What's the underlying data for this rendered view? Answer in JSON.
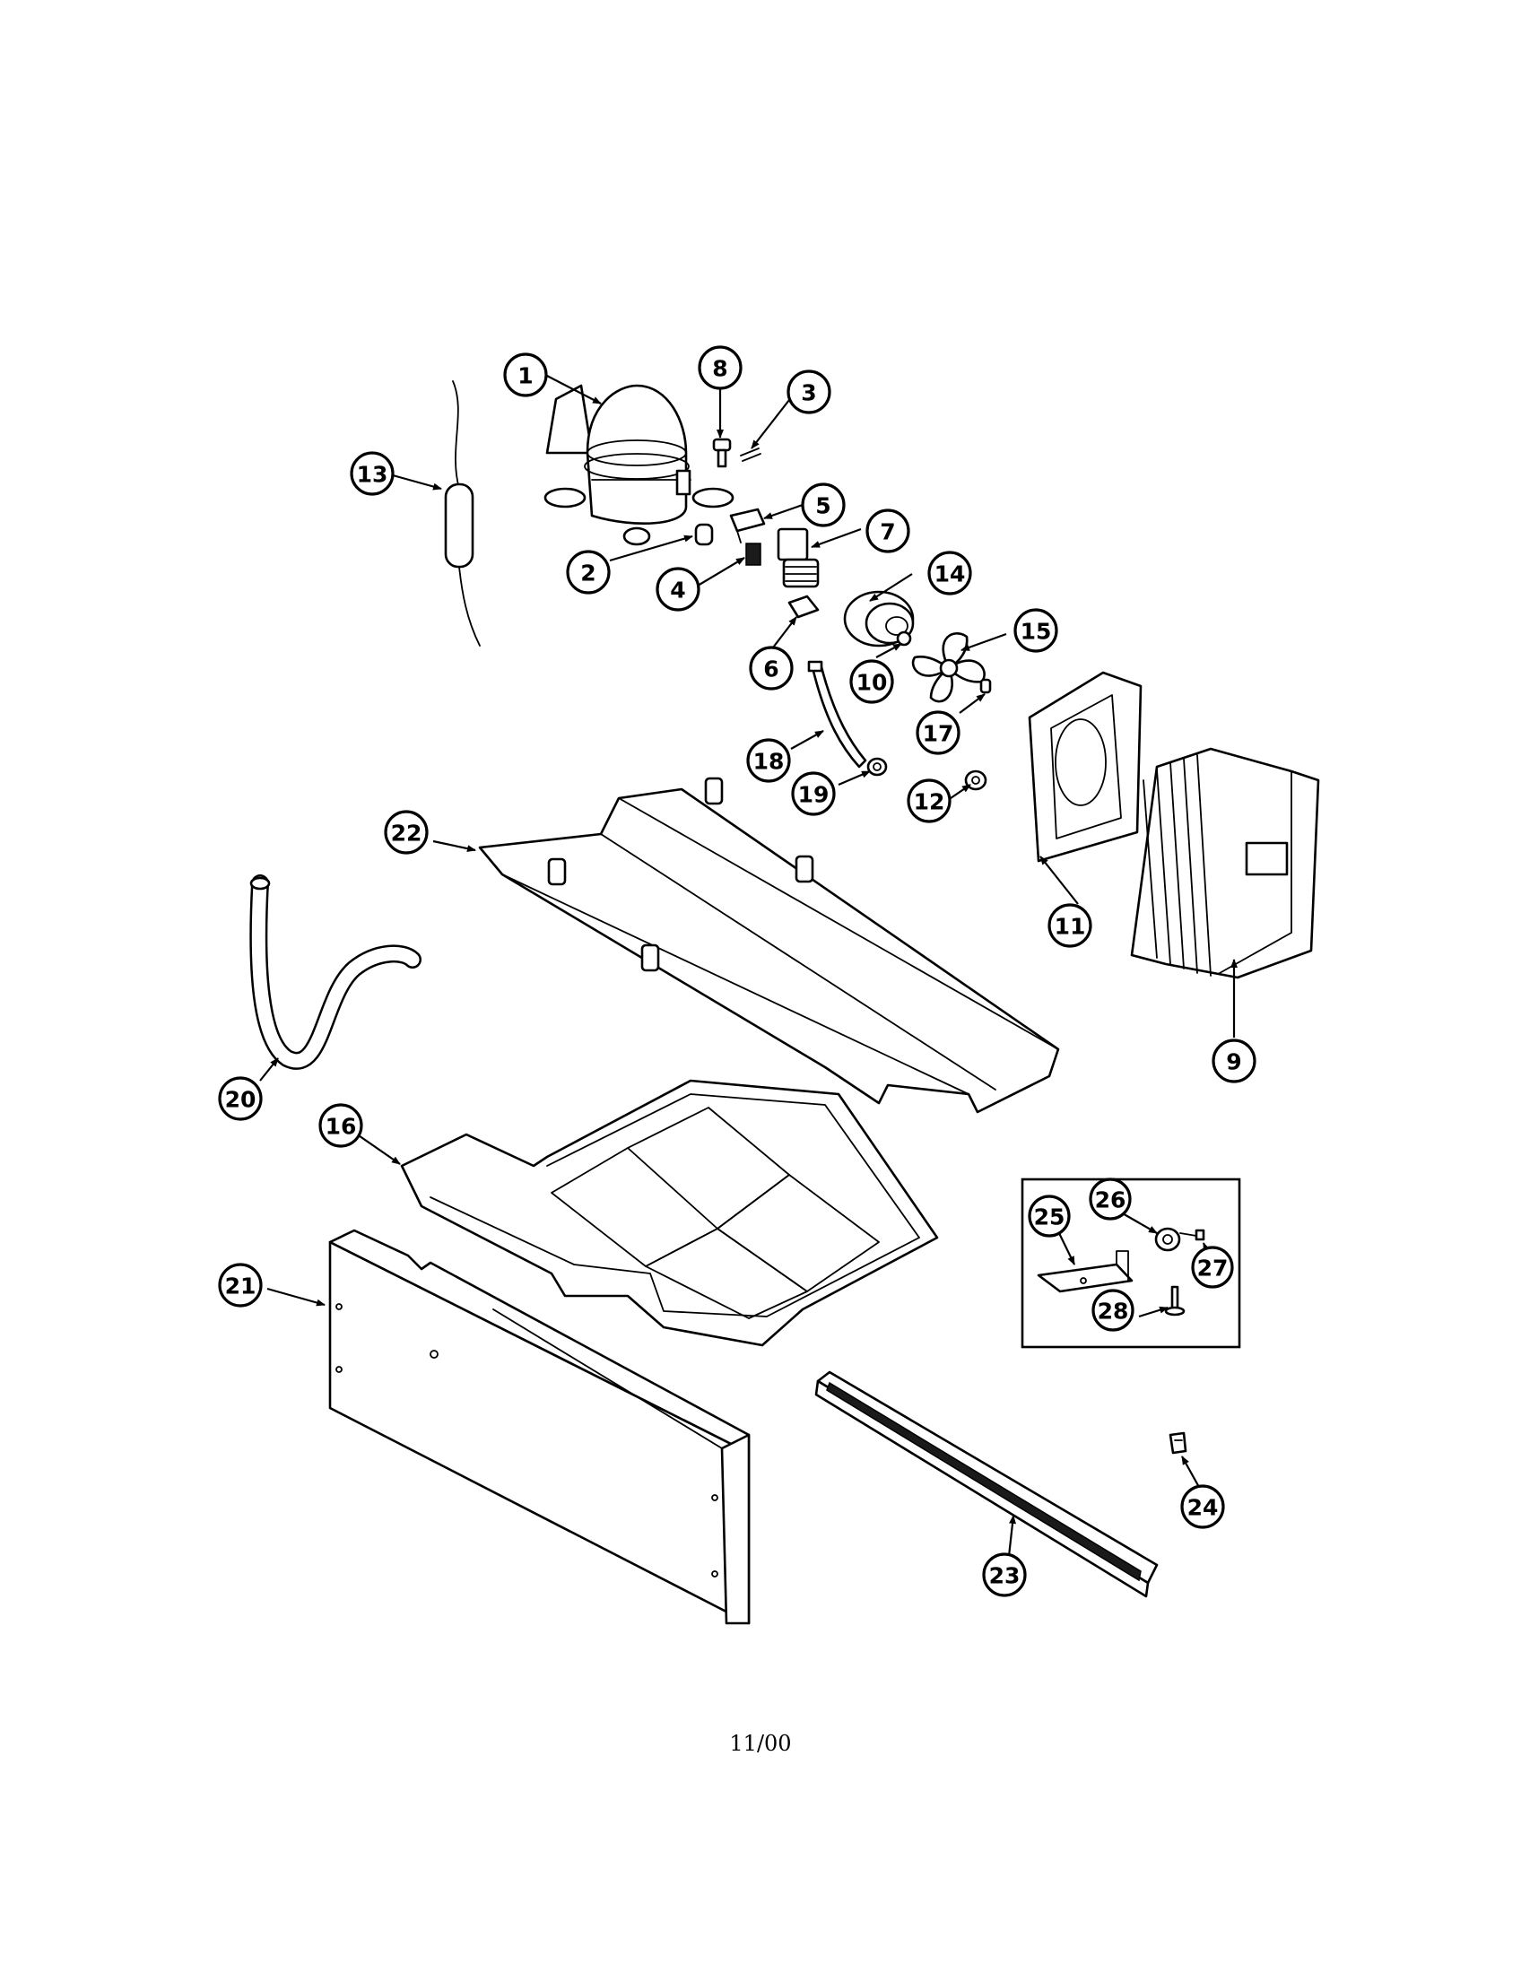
{
  "diagram": {
    "callouts": [
      "1",
      "2",
      "3",
      "4",
      "5",
      "6",
      "7",
      "8",
      "9",
      "10",
      "11",
      "12",
      "13",
      "14",
      "15",
      "16",
      "17",
      "18",
      "19",
      "20",
      "21",
      "22",
      "23",
      "24",
      "25",
      "26",
      "27",
      "28"
    ]
  },
  "footer": {
    "date": "11/00"
  },
  "colors": {
    "ink": "#000000",
    "paper": "#ffffff"
  }
}
